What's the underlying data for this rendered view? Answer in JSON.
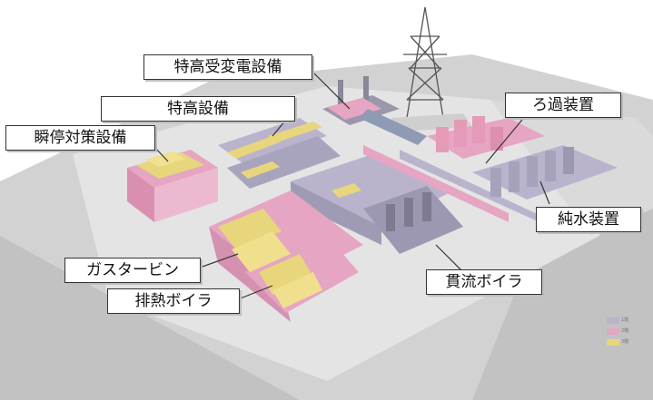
{
  "colors": {
    "floor1": "#b9b4cc",
    "floor2": "#e6a5c2",
    "floor3": "#e7d67c",
    "ground": "#dcdcdc",
    "road": "#c4c4c4",
    "callout_border": "#333333"
  },
  "labels": {
    "tokko_jyuhen": "特高受変電設備",
    "tokko": "特高設備",
    "shuntei": "瞬停対策設備",
    "roka": "ろ過装置",
    "junsui": "純水装置",
    "gas_turbine": "ガスタービン",
    "hainetsu_boiler": "排熱ボイラ",
    "kanryu_boiler": "貫流ボイラ"
  },
  "legend": [
    {
      "color": "#b9b4cc",
      "label": "1階"
    },
    {
      "color": "#e6a5c2",
      "label": "2階"
    },
    {
      "color": "#e7d67c",
      "label": "3階"
    }
  ]
}
